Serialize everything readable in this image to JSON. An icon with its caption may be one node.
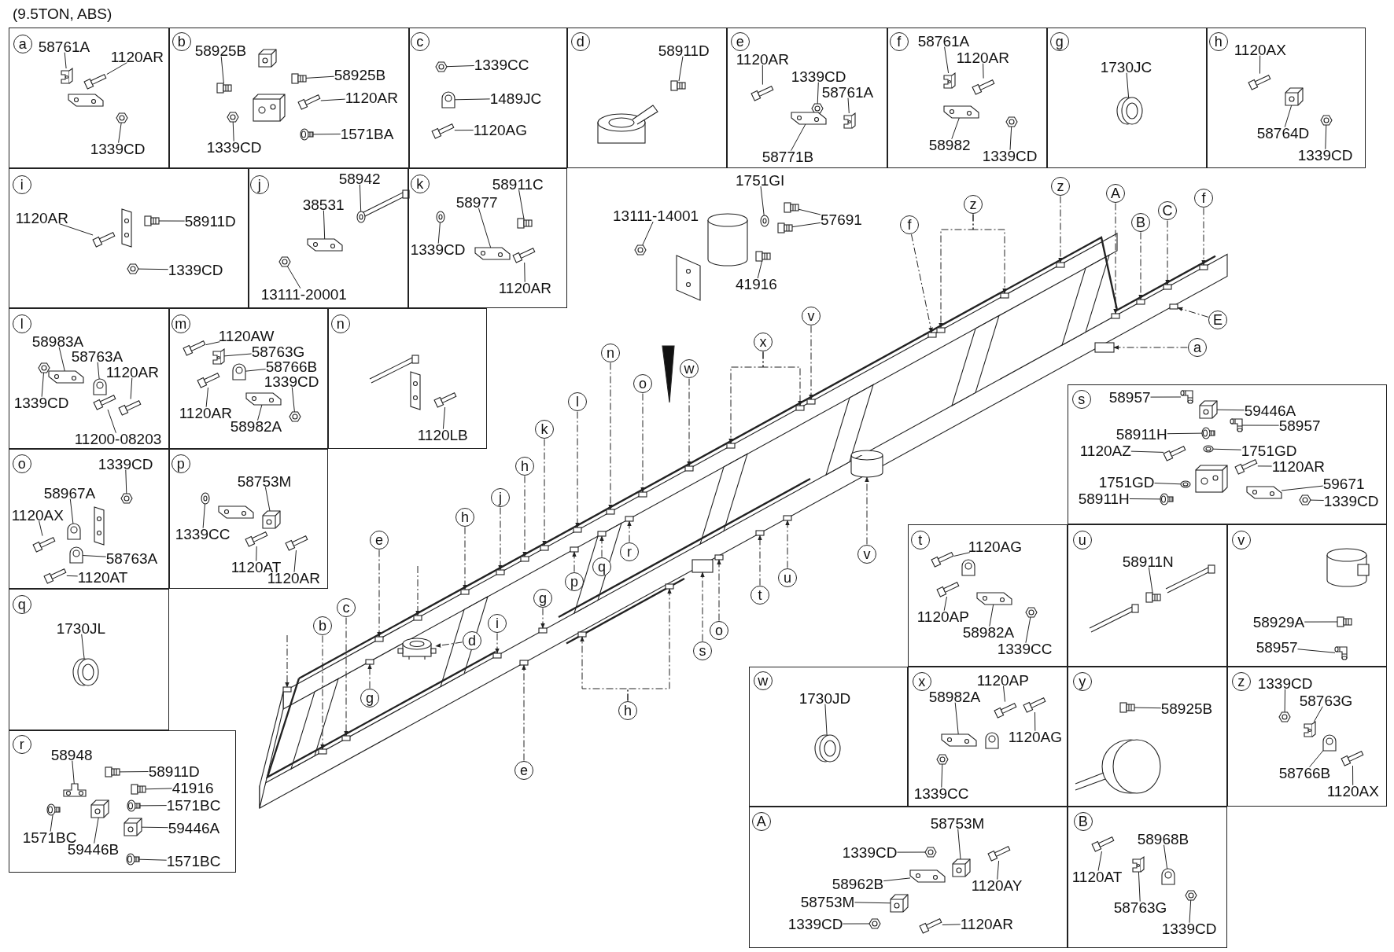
{
  "diagram": {
    "title": "(9.5TON, ABS)",
    "nodes": [
      {
        "text": [],
        "shape": "box"
      },
      {
        "text": [],
        "shape": "box"
      },
      {
        "text": [],
        "shape": "box"
      },
      {
        "text": [],
        "shape": "box"
      },
      {
        "text": [],
        "shape": "box"
      },
      {
        "text": [],
        "shape": "box"
      },
      {
        "text": [],
        "shape": "box"
      },
      {
        "text": [],
        "shape": "box"
      },
      {
        "text": [],
        "shape": "box"
      },
      {
        "text": [],
        "shape": "box"
      },
      {
        "text": [],
        "shape": "box"
      },
      {
        "text": [],
        "shape": "box"
      },
      {
        "text": [],
        "shape": "box"
      },
      {
        "text": [],
        "shape": "box"
      },
      {
        "text": [],
        "shape": "box"
      },
      {
        "text": [],
        "shape": "box"
      },
      {
        "text": [],
        "shape": "box"
      },
      {
        "text": [],
        "shape": "box"
      },
      {
        "text": [],
        "shape": "box"
      },
      {
        "text": [],
        "shape": "box"
      },
      {
        "text": [],
        "shape": "box"
      },
      {
        "text": [],
        "shape": "box"
      },
      {
        "text": [],
        "shape": "box"
      },
      {
        "text": [],
        "shape": "box"
      },
      {
        "text": [],
        "shape": "box"
      },
      {
        "text": [],
        "shape": "box"
      },
      {
        "text": [],
        "shape": "box"
      },
      {
        "text": [],
        "shape": "box"
      },
      {
        "text": [
          "a"
        ],
        "in": 0
      },
      {
        "text": [
          "b"
        ],
        "in": 1
      },
      {
        "text": [
          "c"
        ],
        "in": 2
      },
      {
        "text": [
          "d"
        ],
        "in": 3
      },
      {
        "text": [
          "e"
        ],
        "in": 4
      },
      {
        "text": [
          "f"
        ],
        "in": 5
      },
      {
        "text": [
          "g"
        ],
        "in": 6
      },
      {
        "text": [
          "h"
        ],
        "in": 7
      },
      {
        "text": [
          "i"
        ],
        "in": 8
      },
      {
        "text": [
          "j"
        ],
        "in": 9
      },
      {
        "text": [
          "k"
        ],
        "in": 10
      },
      {
        "text": [
          "l"
        ],
        "in": 11
      },
      {
        "text": [
          "m"
        ],
        "in": 12
      },
      {
        "text": [
          "n"
        ],
        "in": 13
      },
      {
        "text": [
          "o"
        ],
        "in": 14
      },
      {
        "text": [
          "p"
        ],
        "in": 15
      },
      {
        "text": [
          "q"
        ],
        "in": 16
      },
      {
        "text": [
          "r"
        ],
        "in": 17
      },
      {
        "text": [
          "s"
        ],
        "in": 18
      },
      {
        "text": [
          "t"
        ],
        "in": 19
      },
      {
        "text": [
          "u"
        ],
        "in": 20
      },
      {
        "text": [
          "v"
        ],
        "in": 21
      },
      {
        "text": [
          "w"
        ],
        "in": 22
      },
      {
        "text": [
          "x"
        ],
        "in": 23
      },
      {
        "text": [
          "y"
        ],
        "in": 24
      },
      {
        "text": [
          "z"
        ],
        "in": 25
      },
      {
        "text": [
          "A"
        ],
        "in": 26
      },
      {
        "text": [
          "B"
        ],
        "in": 27
      },
      {
        "text": [
          "f"
        ]
      },
      {
        "text": [
          "z"
        ]
      },
      {
        "text": [
          "z"
        ]
      },
      {
        "text": [
          "A"
        ]
      },
      {
        "text": [
          "B"
        ]
      },
      {
        "text": [
          "C"
        ]
      },
      {
        "text": [
          "f"
        ]
      },
      {
        "text": [
          "E"
        ]
      },
      {
        "text": [
          "a"
        ]
      },
      {
        "text": [
          "v"
        ]
      },
      {
        "text": [
          "x"
        ]
      },
      {
        "text": [
          "w"
        ]
      },
      {
        "text": [
          "n"
        ]
      },
      {
        "text": [
          "o"
        ]
      },
      {
        "text": [
          "l"
        ]
      },
      {
        "text": [
          "k"
        ]
      },
      {
        "text": [
          "h"
        ]
      },
      {
        "text": [
          "j"
        ]
      },
      {
        "text": [
          "h"
        ]
      },
      {
        "text": [
          "e"
        ]
      },
      {
        "text": [
          "b"
        ]
      },
      {
        "text": [
          "c"
        ]
      },
      {
        "text": [
          "i"
        ]
      },
      {
        "text": [
          "g"
        ]
      },
      {
        "text": [
          "g"
        ]
      },
      {
        "text": [
          "d"
        ]
      },
      {
        "text": [
          "r"
        ]
      },
      {
        "text": [
          "q"
        ]
      },
      {
        "text": [
          "p"
        ]
      },
      {
        "text": [
          "s"
        ]
      },
      {
        "text": [
          "o"
        ]
      },
      {
        "text": [
          "t"
        ]
      },
      {
        "text": [
          "u"
        ]
      },
      {
        "text": [
          "v"
        ]
      },
      {
        "text": [
          "h"
        ]
      },
      {
        "text": [
          "e"
        ]
      },
      {
        "text": [],
        "shape": "box"
      },
      {
        "text": [],
        "shape": "box"
      },
      {
        "text": [],
        "shape": "box"
      },
      {
        "text": [],
        "shape": "box"
      },
      {
        "text": [],
        "shape": "box"
      },
      {
        "text": [],
        "shape": "box"
      },
      {
        "text": [],
        "shape": "box"
      },
      {
        "text": [],
        "shape": "box"
      },
      {
        "text": [],
        "shape": "box"
      },
      {
        "text": [],
        "shape": "box"
      },
      {
        "text": [],
        "shape": "box"
      },
      {
        "text": [],
        "shape": "box"
      },
      {
        "text": [],
        "shape": "box"
      },
      {
        "text": [],
        "shape": "box"
      },
      {
        "text": [],
        "shape": "box"
      },
      {
        "text": [],
        "shape": "box"
      },
      {
        "text": [],
        "shape": "box"
      },
      {
        "text": [],
        "shape": "box"
      },
      {
        "text": [],
        "shape": "box"
      },
      {
        "text": [],
        "shape": "box"
      },
      {
        "text": [],
        "shape": "box"
      },
      {
        "text": [],
        "shape": "box"
      },
      {
        "text": [],
        "shape": "box"
      },
      {
        "text": [],
        "shape": "box"
      },
      {
        "text": [],
        "shape": "box"
      },
      {
        "text": [],
        "shape": "box"
      },
      {
        "text": [],
        "shape": "box"
      },
      {
        "text": [],
        "shape": "picture"
      },
      {
        "text": [],
        "shape": "box"
      },
      {
        "text": [],
        "shape": "box"
      },
      {
        "text": [],
        "shape": "box"
      },
      {
        "text": [],
        "shape": "box"
      },
      {
        "text": [],
        "shape": "box"
      },
      {
        "text": [],
        "shape": "box"
      },
      {
        "text": [],
        "shape": "box"
      },
      {
        "text": [],
        "shape": "cylinder"
      },
      {
        "text": [],
        "shape": "box"
      },
      {
        "text": [],
        "shape": "box"
      },
      {
        "text": [],
        "shape": "box"
      },
      {
        "text": [],
        "shape": "box"
      },
      {
        "text": [],
        "shape": "box"
      },
      {
        "text": [
          "58761A"
        ],
        "in": 0
      },
      {
        "text": [
          "1120AR"
        ],
        "in": 0
      },
      {
        "text": [
          "1339CD"
        ],
        "in": 0
      },
      {
        "text": [
          "58925B"
        ],
        "in": 1
      },
      {
        "text": [
          "58925B"
        ],
        "in": 1
      },
      {
        "text": [
          "1120AR"
        ],
        "in": 1
      },
      {
        "text": [
          "1339CD"
        ],
        "in": 1
      },
      {
        "text": [
          "1571BA"
        ],
        "in": 1
      },
      {
        "text": [
          "1339CC"
        ],
        "in": 2
      },
      {
        "text": [
          "1489JC"
        ],
        "in": 2
      },
      {
        "text": [
          "1120AG"
        ],
        "in": 2
      },
      {
        "text": [
          "58911D"
        ],
        "in": 3
      },
      {
        "text": [
          "1120AR"
        ],
        "in": 4
      },
      {
        "text": [
          "1339CD"
        ],
        "in": 4
      },
      {
        "text": [
          "58761A"
        ],
        "in": 4
      },
      {
        "text": [
          "58771B"
        ],
        "in": 4
      },
      {
        "text": [
          "58761A"
        ],
        "in": 5
      },
      {
        "text": [
          "1120AR"
        ],
        "in": 5
      },
      {
        "text": [
          "58982"
        ],
        "in": 5
      },
      {
        "text": [
          "1339CD"
        ],
        "in": 5
      },
      {
        "text": [
          "1730JC"
        ],
        "in": 6
      },
      {
        "text": [
          "1120AX"
        ],
        "in": 7
      },
      {
        "text": [
          "58764D"
        ],
        "in": 7
      },
      {
        "text": [
          "1339CD"
        ],
        "in": 7
      },
      {
        "text": [
          "1120AR"
        ],
        "in": 8
      },
      {
        "text": [
          "58911D"
        ],
        "in": 8
      },
      {
        "text": [
          "1339CD"
        ],
        "in": 8
      },
      {
        "text": [
          "58942"
        ],
        "in": 9
      },
      {
        "text": [
          "38531"
        ],
        "in": 9
      },
      {
        "text": [
          "13111-20001"
        ],
        "in": 9
      },
      {
        "text": [
          "58911C"
        ],
        "in": 10
      },
      {
        "text": [
          "58977"
        ],
        "in": 10
      },
      {
        "text": [
          "1339CD"
        ],
        "in": 10
      },
      {
        "text": [
          "1120AR"
        ],
        "in": 10
      },
      {
        "text": [
          "58983A"
        ],
        "in": 11
      },
      {
        "text": [
          "58763A"
        ],
        "in": 11
      },
      {
        "text": [
          "1120AR"
        ],
        "in": 11
      },
      {
        "text": [
          "1339CD"
        ],
        "in": 11
      },
      {
        "text": [
          "11200-08203"
        ],
        "in": 11
      },
      {
        "text": [
          "1120AW"
        ],
        "in": 12
      },
      {
        "text": [
          "58763G"
        ],
        "in": 12
      },
      {
        "text": [
          "58766B"
        ],
        "in": 12
      },
      {
        "text": [
          "1339CD"
        ],
        "in": 12
      },
      {
        "text": [
          "1120AR"
        ],
        "in": 12
      },
      {
        "text": [
          "58982A"
        ],
        "in": 12
      },
      {
        "text": [
          "1120LB"
        ],
        "in": 13
      },
      {
        "text": [
          "1339CD"
        ],
        "in": 14
      },
      {
        "text": [
          "58967A"
        ],
        "in": 14
      },
      {
        "text": [
          "1120AX"
        ],
        "in": 14
      },
      {
        "text": [
          "58763A"
        ],
        "in": 14
      },
      {
        "text": [
          "1120AT"
        ],
        "in": 14
      },
      {
        "text": [
          "58753M"
        ],
        "in": 15
      },
      {
        "text": [
          "1339CC"
        ],
        "in": 15
      },
      {
        "text": [
          "1120AT"
        ],
        "in": 15
      },
      {
        "text": [
          "1120AR"
        ],
        "in": 15
      },
      {
        "text": [
          "1730JL"
        ],
        "in": 16
      },
      {
        "text": [
          "58948"
        ],
        "in": 17
      },
      {
        "text": [
          "58911D"
        ],
        "in": 17
      },
      {
        "text": [
          "41916"
        ],
        "in": 17
      },
      {
        "text": [
          "1571BC"
        ],
        "in": 17
      },
      {
        "text": [
          "59446A"
        ],
        "in": 17
      },
      {
        "text": [
          "1571BC"
        ],
        "in": 17
      },
      {
        "text": [
          "59446B"
        ],
        "in": 17
      },
      {
        "text": [
          "1571BC"
        ],
        "in": 17
      },
      {
        "text": [
          "58957"
        ],
        "in": 18
      },
      {
        "text": [
          "59446A"
        ],
        "in": 18
      },
      {
        "text": [
          "58957"
        ],
        "in": 18
      },
      {
        "text": [
          "58911H"
        ],
        "in": 18
      },
      {
        "text": [
          "1120AZ"
        ],
        "in": 18
      },
      {
        "text": [
          "1751GD"
        ],
        "in": 18
      },
      {
        "text": [
          "1120AR"
        ],
        "in": 18
      },
      {
        "text": [
          "1751GD"
        ],
        "in": 18
      },
      {
        "text": [
          "59671"
        ],
        "in": 18
      },
      {
        "text": [
          "58911H"
        ],
        "in": 18
      },
      {
        "text": [
          "1339CD"
        ],
        "in": 18
      },
      {
        "text": [
          "1120AG"
        ],
        "in": 19
      },
      {
        "text": [
          "1120AP"
        ],
        "in": 19
      },
      {
        "text": [
          "58982A"
        ],
        "in": 19
      },
      {
        "text": [
          "1339CC"
        ],
        "in": 19
      },
      {
        "text": [
          "58911N"
        ],
        "in": 20
      },
      {
        "text": [
          "58929A"
        ],
        "in": 21
      },
      {
        "text": [
          "58957"
        ],
        "in": 21
      },
      {
        "text": [
          "1730JD"
        ],
        "in": 22
      },
      {
        "text": [
          "1120AP"
        ],
        "in": 23
      },
      {
        "text": [
          "58982A"
        ],
        "in": 23
      },
      {
        "text": [
          "1120AG"
        ],
        "in": 23
      },
      {
        "text": [
          "1339CC"
        ],
        "in": 23
      },
      {
        "text": [
          "58925B"
        ],
        "in": 24
      },
      {
        "text": [
          "1339CD"
        ],
        "in": 25
      },
      {
        "text": [
          "58763G"
        ],
        "in": 25
      },
      {
        "text": [
          "58766B"
        ],
        "in": 25
      },
      {
        "text": [
          "1120AX"
        ],
        "in": 25
      },
      {
        "text": [
          "58753M"
        ],
        "in": 26
      },
      {
        "text": [
          "1339CD"
        ],
        "in": 26
      },
      {
        "text": [
          "58962B"
        ],
        "in": 26
      },
      {
        "text": [
          "1120AY"
        ],
        "in": 26
      },
      {
        "text": [
          "58753M"
        ],
        "in": 26
      },
      {
        "text": [
          "1339CD"
        ],
        "in": 26
      },
      {
        "text": [
          "1120AR"
        ],
        "in": 26
      },
      {
        "text": [
          "58968B"
        ],
        "in": 27
      },
      {
        "text": [
          "1120AT"
        ],
        "in": 27
      },
      {
        "text": [
          "58763G"
        ],
        "in": 27
      },
      {
        "text": [
          "1339CD"
        ],
        "in": 27
      },
      {
        "text": [
          "13111-14001"
        ]
      },
      {
        "text": [
          "1751GI"
        ]
      },
      {
        "text": [
          "57691"
        ]
      },
      {
        "text": [
          "41916"
        ]
      },
      {
        "text": [],
        "shape": "picture",
        "in": 0
      },
      {
        "text": [],
        "shape": "picture",
        "in": 0
      },
      {
        "text": [],
        "shape": "picture",
        "in": 0
      },
      {
        "text": [],
        "shape": "picture",
        "in": 1
      },
      {
        "text": [],
        "shape": "picture",
        "in": 1
      },
      {
        "text": [],
        "shape": "picture",
        "in": 1
      },
      {
        "text": [],
        "shape": "picture",
        "in": 1
      },
      {
        "text": [],
        "shape": "picture",
        "in": 1
      },
      {
        "text": [],
        "shape": "picture",
        "in": 2
      },
      {
        "text": [],
        "shape": "picture",
        "in": 2
      },
      {
        "text": [],
        "shape": "picture",
        "in": 2
      },
      {
        "text": [],
        "shape": "picture",
        "in": 3
      },
      {
        "text": [],
        "shape": "picture",
        "in": 4
      },
      {
        "text": [],
        "shape": "picture",
        "in": 4
      },
      {
        "text": [],
        "shape": "picture",
        "in": 4
      },
      {
        "text": [],
        "shape": "picture",
        "in": 4
      },
      {
        "text": [],
        "shape": "picture",
        "in": 5
      },
      {
        "text": [],
        "shape": "picture",
        "in": 5
      },
      {
        "text": [],
        "shape": "picture",
        "in": 5
      },
      {
        "text": [],
        "shape": "picture",
        "in": 5
      },
      {
        "text": [],
        "shape": "picture",
        "in": 6
      },
      {
        "text": [],
        "shape": "picture",
        "in": 7
      },
      {
        "text": [],
        "shape": "picture",
        "in": 7
      },
      {
        "text": [],
        "shape": "picture",
        "in": 7
      },
      {
        "text": [],
        "shape": "picture",
        "in": 8
      },
      {
        "text": [],
        "shape": "picture",
        "in": 8
      },
      {
        "text": [],
        "shape": "picture",
        "in": 8
      },
      {
        "text": [],
        "shape": "picture",
        "in": 9
      },
      {
        "text": [],
        "shape": "picture",
        "in": 9
      },
      {
        "text": [],
        "shape": "picture",
        "in": 9
      },
      {
        "text": [],
        "shape": "picture",
        "in": 10
      },
      {
        "text": [],
        "shape": "picture",
        "in": 10
      },
      {
        "text": [],
        "shape": "picture",
        "in": 10
      },
      {
        "text": [],
        "shape": "picture",
        "in": 10
      },
      {
        "text": [],
        "shape": "picture",
        "in": 11
      },
      {
        "text": [],
        "shape": "picture",
        "in": 11
      },
      {
        "text": [],
        "shape": "picture",
        "in": 11
      },
      {
        "text": [],
        "shape": "picture",
        "in": 11
      },
      {
        "text": [],
        "shape": "picture",
        "in": 11
      },
      {
        "text": [],
        "shape": "picture",
        "in": 12
      },
      {
        "text": [],
        "shape": "picture",
        "in": 12
      },
      {
        "text": [],
        "shape": "picture",
        "in": 12
      },
      {
        "text": [],
        "shape": "picture",
        "in": 12
      },
      {
        "text": [],
        "shape": "picture",
        "in": 12
      },
      {
        "text": [],
        "shape": "picture",
        "in": 12
      },
      {
        "text": [],
        "shape": "picture",
        "in": 13
      },
      {
        "text": [],
        "shape": "picture",
        "in": 14
      },
      {
        "text": [],
        "shape": "picture",
        "in": 14
      },
      {
        "text": [],
        "shape": "picture",
        "in": 14
      },
      {
        "text": [],
        "shape": "picture",
        "in": 14
      },
      {
        "text": [],
        "shape": "picture",
        "in": 14
      },
      {
        "text": [],
        "shape": "picture",
        "in": 15
      },
      {
        "text": [],
        "shape": "picture",
        "in": 15
      },
      {
        "text": [],
        "shape": "picture",
        "in": 15
      },
      {
        "text": [],
        "shape": "picture",
        "in": 15
      },
      {
        "text": [],
        "shape": "picture",
        "in": 16
      },
      {
        "text": [],
        "shape": "picture",
        "in": 17
      },
      {
        "text": [],
        "shape": "picture",
        "in": 17
      },
      {
        "text": [],
        "shape": "picture",
        "in": 17
      },
      {
        "text": [],
        "shape": "picture",
        "in": 17
      },
      {
        "text": [],
        "shape": "picture",
        "in": 17
      },
      {
        "text": [],
        "shape": "picture",
        "in": 17
      },
      {
        "text": [],
        "shape": "picture",
        "in": 17
      },
      {
        "text": [],
        "shape": "picture",
        "in": 17
      },
      {
        "text": [],
        "shape": "picture",
        "in": 18
      },
      {
        "text": [],
        "shape": "picture",
        "in": 18
      },
      {
        "text": [],
        "shape": "picture",
        "in": 18
      },
      {
        "text": [],
        "shape": "picture",
        "in": 18
      },
      {
        "text": [],
        "shape": "picture",
        "in": 18
      },
      {
        "text": [],
        "shape": "picture",
        "in": 18
      },
      {
        "text": [],
        "shape": "picture",
        "in": 18
      },
      {
        "text": [],
        "shape": "picture",
        "in": 18
      },
      {
        "text": [],
        "shape": "picture",
        "in": 18
      },
      {
        "text": [],
        "shape": "picture",
        "in": 18
      },
      {
        "text": [],
        "shape": "picture",
        "in": 18
      },
      {
        "text": [],
        "shape": "picture",
        "in": 19
      },
      {
        "text": [],
        "shape": "picture",
        "in": 19
      },
      {
        "text": [],
        "shape": "picture",
        "in": 19
      },
      {
        "text": [],
        "shape": "picture",
        "in": 19
      },
      {
        "text": [],
        "shape": "picture",
        "in": 20
      },
      {
        "text": [],
        "shape": "picture",
        "in": 21
      },
      {
        "text": [],
        "shape": "picture",
        "in": 21
      },
      {
        "text": [],
        "shape": "picture",
        "in": 22
      },
      {
        "text": [],
        "shape": "picture",
        "in": 23
      },
      {
        "text": [],
        "shape": "picture",
        "in": 23
      },
      {
        "text": [],
        "shape": "picture",
        "in": 23
      },
      {
        "text": [],
        "shape": "picture",
        "in": 23
      },
      {
        "text": [],
        "shape": "picture",
        "in": 24
      },
      {
        "text": [],
        "shape": "picture",
        "in": 25
      },
      {
        "text": [],
        "shape": "picture",
        "in": 25
      },
      {
        "text": [],
        "shape": "picture",
        "in": 25
      },
      {
        "text": [],
        "shape": "picture",
        "in": 25
      },
      {
        "text": [],
        "shape": "picture",
        "in": 26
      },
      {
        "text": [],
        "shape": "picture",
        "in": 26
      },
      {
        "text": [],
        "shape": "picture",
        "in": 26
      },
      {
        "text": [],
        "shape": "picture",
        "in": 26
      },
      {
        "text": [],
        "shape": "picture",
        "in": 26
      },
      {
        "text": [],
        "shape": "picture",
        "in": 26
      },
      {
        "text": [],
        "shape": "picture",
        "in": 26
      },
      {
        "text": [],
        "shape": "picture",
        "in": 27
      },
      {
        "text": [],
        "shape": "picture",
        "in": 27
      },
      {
        "text": [],
        "shape": "picture",
        "in": 27
      },
      {
        "text": [],
        "shape": "picture",
        "in": 27
      },
      {
        "text": [],
        "shape": "picture"
      },
      {
        "text": [],
        "shape": "picture"
      },
      {
        "text": [],
        "shape": "picture"
      },
      {
        "text": [],
        "shape": "picture"
      },
      {
        "text": [],
        "shape": "picture"
      }
    ],
    "edges": [
      {
        "from": 56,
        "to": 92,
        "arrow": "to",
        "style": "dashed"
      },
      {
        "from": 57,
        "to": 93,
        "arrow": "to",
        "style": "dashed"
      },
      {
        "from": 57,
        "to": 94,
        "arrow": "to",
        "style": "dashed"
      },
      {
        "from": 58,
        "to": 95,
        "arrow": "to",
        "style": "dashed"
      },
      {
        "from": 59,
        "to": 96,
        "arrow": "to",
        "style": "dashed"
      },
      {
        "from": 60,
        "to": 97,
        "arrow": "to",
        "style": "dashed"
      },
      {
        "from": 61,
        "to": 98,
        "arrow": "to",
        "style": "dashed"
      },
      {
        "from": 62,
        "to": 99,
        "arrow": "to",
        "style": "dashed"
      },
      {
        "from": 63,
        "to": 100,
        "arrow": "to",
        "style": "dashed"
      },
      {
        "from": 64,
        "to": 101,
        "arrow": "to",
        "style": "dashed"
      },
      {
        "from": 65,
        "to": 102,
        "arrow": "to",
        "style": "dashed"
      },
      {
        "from": 66,
        "to": 103,
        "arrow": "to",
        "style": "dashed"
      },
      {
        "from": 66,
        "to": 104,
        "arrow": "to",
        "style": "dashed"
      },
      {
        "from": 67,
        "to": 105,
        "arrow": "to",
        "style": "dashed"
      },
      {
        "from": 68,
        "to": 106,
        "arrow": "to",
        "style": "dashed"
      },
      {
        "from": 69,
        "to": 107,
        "arrow": "to",
        "style": "dashed"
      },
      {
        "from": 70,
        "to": 108,
        "arrow": "to",
        "style": "dashed"
      },
      {
        "from": 71,
        "to": 109,
        "arrow": "to",
        "style": "dashed"
      },
      {
        "from": 72,
        "to": 110,
        "arrow": "to",
        "style": "dashed"
      },
      {
        "from": 73,
        "to": 111,
        "arrow": "to",
        "style": "dashed"
      },
      {
        "from": 74,
        "to": 112,
        "arrow": "to",
        "style": "dashed"
      },
      {
        "from": 75,
        "to": 113,
        "arrow": "to",
        "style": "dashed"
      },
      {
        "from": 76,
        "to": 114,
        "arrow": "to",
        "style": "dashed"
      },
      {
        "from": 77,
        "to": 115,
        "arrow": "to",
        "style": "dashed"
      },
      {
        "from": 78,
        "to": 116,
        "arrow": "to",
        "style": "dashed"
      },
      {
        "from": 79,
        "to": 117,
        "arrow": "to",
        "style": "dashed"
      },
      {
        "from": 80,
        "to": 118,
        "arrow": "to",
        "style": "dashed"
      },
      {
        "from": 81,
        "to": 119,
        "arrow": "to",
        "style": "dashed"
      },
      {
        "from": 82,
        "to": 120,
        "arrow": "to",
        "style": "dashed"
      },
      {
        "from": 83,
        "to": 121,
        "arrow": "to",
        "style": "dashed"
      },
      {
        "from": 84,
        "to": 122,
        "arrow": "to",
        "style": "dashed"
      },
      {
        "from": 85,
        "to": 123,
        "arrow": "to",
        "style": "dashed"
      },
      {
        "from": 86,
        "to": 124,
        "arrow": "to",
        "style": "dashed"
      },
      {
        "from": 87,
        "to": 125,
        "arrow": "to",
        "style": "dashed"
      },
      {
        "from": 88,
        "to": 126,
        "arrow": "to",
        "style": "dashed"
      },
      {
        "from": 89,
        "to": 127,
        "arrow": "to",
        "style": "dashed"
      },
      {
        "from": 90,
        "to": 128,
        "arrow": "to",
        "style": "dashed"
      },
      {
        "from": 90,
        "to": 129,
        "arrow": "to",
        "style": "dashed"
      },
      {
        "from": 91,
        "to": 130,
        "arrow": "to",
        "style": "dashed"
      },
      {
        "from": null,
        "to": 131,
        "arrow": "to",
        "style": "dashed"
      },
      {
        "from": null,
        "to": 132,
        "arrow": "to",
        "style": "dashed"
      },
      {
        "from": 133,
        "to": 240,
        "arrow": "none"
      },
      {
        "from": 134,
        "to": 241,
        "arrow": "none"
      },
      {
        "from": 135,
        "to": 242,
        "arrow": "none"
      },
      {
        "from": 136,
        "to": 243,
        "arrow": "none"
      },
      {
        "from": 137,
        "to": 244,
        "arrow": "none"
      },
      {
        "from": 138,
        "to": 245,
        "arrow": "none"
      },
      {
        "from": 139,
        "to": 246,
        "arrow": "none"
      },
      {
        "from": 140,
        "to": 247,
        "arrow": "none"
      },
      {
        "from": 141,
        "to": 248,
        "arrow": "none"
      },
      {
        "from": 142,
        "to": 249,
        "arrow": "none"
      },
      {
        "from": 143,
        "to": 250,
        "arrow": "none"
      },
      {
        "from": 144,
        "to": 251,
        "arrow": "none"
      },
      {
        "from": 145,
        "to": 252,
        "arrow": "none"
      },
      {
        "from": 146,
        "to": 253,
        "arrow": "none"
      },
      {
        "from": 147,
        "to": 254,
        "arrow": "none"
      },
      {
        "from": 148,
        "to": 255,
        "arrow": "none"
      },
      {
        "from": 149,
        "to": 256,
        "arrow": "none"
      },
      {
        "from": 150,
        "to": 257,
        "arrow": "none"
      },
      {
        "from": 151,
        "to": 258,
        "arrow": "none"
      },
      {
        "from": 152,
        "to": 259,
        "arrow": "none"
      },
      {
        "from": 153,
        "to": 260,
        "arrow": "none"
      },
      {
        "from": 154,
        "to": 261,
        "arrow": "none"
      },
      {
        "from": 155,
        "to": 262,
        "arrow": "none"
      },
      {
        "from": 156,
        "to": 263,
        "arrow": "none"
      },
      {
        "from": 157,
        "to": 264,
        "arrow": "none"
      },
      {
        "from": 158,
        "to": 265,
        "arrow": "none"
      },
      {
        "from": 159,
        "to": 266,
        "arrow": "none"
      },
      {
        "from": 160,
        "to": 267,
        "arrow": "none"
      },
      {
        "from": 161,
        "to": 268,
        "arrow": "none"
      },
      {
        "from": 162,
        "to": 269,
        "arrow": "none"
      },
      {
        "from": 163,
        "to": 270,
        "arrow": "none"
      },
      {
        "from": 164,
        "to": 271,
        "arrow": "none"
      },
      {
        "from": 165,
        "to": 272,
        "arrow": "none"
      },
      {
        "from": 166,
        "to": 273,
        "arrow": "none"
      },
      {
        "from": 167,
        "to": 274,
        "arrow": "none"
      },
      {
        "from": 168,
        "to": 275,
        "arrow": "none"
      },
      {
        "from": 169,
        "to": 276,
        "arrow": "none"
      },
      {
        "from": 170,
        "to": 277,
        "arrow": "none"
      },
      {
        "from": 171,
        "to": 278,
        "arrow": "none"
      },
      {
        "from": 172,
        "to": 279,
        "arrow": "none"
      },
      {
        "from": 173,
        "to": 280,
        "arrow": "none"
      },
      {
        "from": 174,
        "to": 281,
        "arrow": "none"
      },
      {
        "from": 175,
        "to": 282,
        "arrow": "none"
      },
      {
        "from": 176,
        "to": 283,
        "arrow": "none"
      },
      {
        "from": 177,
        "to": 284,
        "arrow": "none"
      },
      {
        "from": 178,
        "to": 285,
        "arrow": "none"
      },
      {
        "from": 179,
        "to": 286,
        "arrow": "none"
      },
      {
        "from": 180,
        "to": 287,
        "arrow": "none"
      },
      {
        "from": 181,
        "to": 288,
        "arrow": "none"
      },
      {
        "from": 182,
        "to": 289,
        "arrow": "none"
      },
      {
        "from": 183,
        "to": 290,
        "arrow": "none"
      },
      {
        "from": 184,
        "to": 291,
        "arrow": "none"
      },
      {
        "from": 185,
        "to": 292,
        "arrow": "none"
      },
      {
        "from": 186,
        "to": 293,
        "arrow": "none"
      },
      {
        "from": 187,
        "to": 294,
        "arrow": "none"
      },
      {
        "from": 188,
        "to": 295,
        "arrow": "none"
      },
      {
        "from": 189,
        "to": 296,
        "arrow": "none"
      },
      {
        "from": 190,
        "to": 297,
        "arrow": "none"
      },
      {
        "from": 191,
        "to": 298,
        "arrow": "none"
      },
      {
        "from": 192,
        "to": 299,
        "arrow": "none"
      },
      {
        "from": 193,
        "to": 300,
        "arrow": "none"
      },
      {
        "from": 194,
        "to": 301,
        "arrow": "none"
      },
      {
        "from": 195,
        "to": 302,
        "arrow": "none"
      },
      {
        "from": 196,
        "to": 303,
        "arrow": "none"
      },
      {
        "from": 197,
        "to": 304,
        "arrow": "none"
      },
      {
        "from": 198,
        "to": 305,
        "arrow": "none"
      },
      {
        "from": 199,
        "to": 306,
        "arrow": "none"
      },
      {
        "from": 200,
        "to": 307,
        "arrow": "none"
      },
      {
        "from": 201,
        "to": 308,
        "arrow": "none"
      },
      {
        "from": 202,
        "to": 309,
        "arrow": "none"
      },
      {
        "from": 203,
        "to": 310,
        "arrow": "none"
      },
      {
        "from": 204,
        "to": 311,
        "arrow": "none"
      },
      {
        "from": 205,
        "to": 312,
        "arrow": "none"
      },
      {
        "from": 206,
        "to": 313,
        "arrow": "none"
      },
      {
        "from": 207,
        "to": 314,
        "arrow": "none"
      },
      {
        "from": 208,
        "to": 315,
        "arrow": "none"
      },
      {
        "from": 209,
        "to": 316,
        "arrow": "none"
      },
      {
        "from": 210,
        "to": 317,
        "arrow": "none"
      },
      {
        "from": 211,
        "to": 318,
        "arrow": "none"
      },
      {
        "from": 212,
        "to": 319,
        "arrow": "none"
      },
      {
        "from": 213,
        "to": 320,
        "arrow": "none"
      },
      {
        "from": 214,
        "to": 321,
        "arrow": "none"
      },
      {
        "from": 215,
        "to": 322,
        "arrow": "none"
      },
      {
        "from": 216,
        "to": 323,
        "arrow": "none"
      },
      {
        "from": 217,
        "to": 324,
        "arrow": "none"
      },
      {
        "from": 218,
        "to": 325,
        "arrow": "none"
      },
      {
        "from": 219,
        "to": 326,
        "arrow": "none"
      },
      {
        "from": 220,
        "to": 327,
        "arrow": "none"
      },
      {
        "from": 221,
        "to": 328,
        "arrow": "none"
      },
      {
        "from": 222,
        "to": 329,
        "arrow": "none"
      },
      {
        "from": 223,
        "to": 330,
        "arrow": "none"
      },
      {
        "from": 224,
        "to": 331,
        "arrow": "none"
      },
      {
        "from": 225,
        "to": 332,
        "arrow": "none"
      },
      {
        "from": 226,
        "to": 333,
        "arrow": "none"
      },
      {
        "from": 227,
        "to": 334,
        "arrow": "none"
      },
      {
        "from": 228,
        "to": 335,
        "arrow": "none"
      },
      {
        "from": 229,
        "to": 336,
        "arrow": "none"
      },
      {
        "from": 230,
        "to": 337,
        "arrow": "none"
      },
      {
        "from": 231,
        "to": 338,
        "arrow": "none"
      },
      {
        "from": 232,
        "to": 339,
        "arrow": "none"
      },
      {
        "from": 233,
        "to": 340,
        "arrow": "none"
      },
      {
        "from": 234,
        "to": 341,
        "arrow": "none"
      },
      {
        "from": 235,
        "to": 342,
        "arrow": "none"
      },
      {
        "from": 236,
        "to": 343,
        "arrow": "none"
      },
      {
        "from": 237,
        "to": 344,
        "arrow": "none"
      },
      {
        "from": 238,
        "to": 345,
        "arrow": "none"
      },
      {
        "from": 238,
        "to": 346,
        "arrow": "none"
      },
      {
        "from": 239,
        "to": 347,
        "arrow": "none"
      }
    ]
  }
}
